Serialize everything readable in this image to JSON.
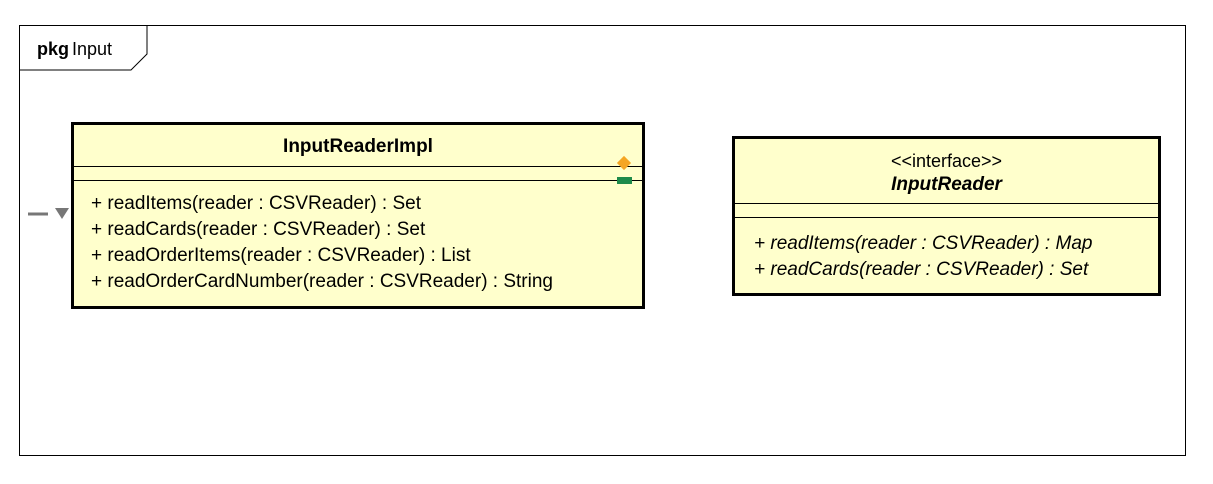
{
  "package": {
    "keyword": "pkg",
    "name": "Input"
  },
  "classes": {
    "impl": {
      "name": "InputReaderImpl",
      "operations": [
        "+ readItems(reader : CSVReader) : Set",
        "+ readCards(reader : CSVReader) : Set",
        "+ readOrderItems(reader : CSVReader) : List",
        "+ readOrderCardNumber(reader : CSVReader) : String"
      ]
    },
    "iface": {
      "stereotype": "<<interface>>",
      "name": "InputReader",
      "operations": [
        "+ readItems(reader : CSVReader) : Map",
        "+ readCards(reader : CSVReader) : Set"
      ]
    }
  },
  "colors": {
    "class_fill": "#ffffcc",
    "border": "#000000",
    "marker_orange": "#f5a623",
    "marker_green": "#1e8a4a",
    "connector_gray": "#777777"
  }
}
